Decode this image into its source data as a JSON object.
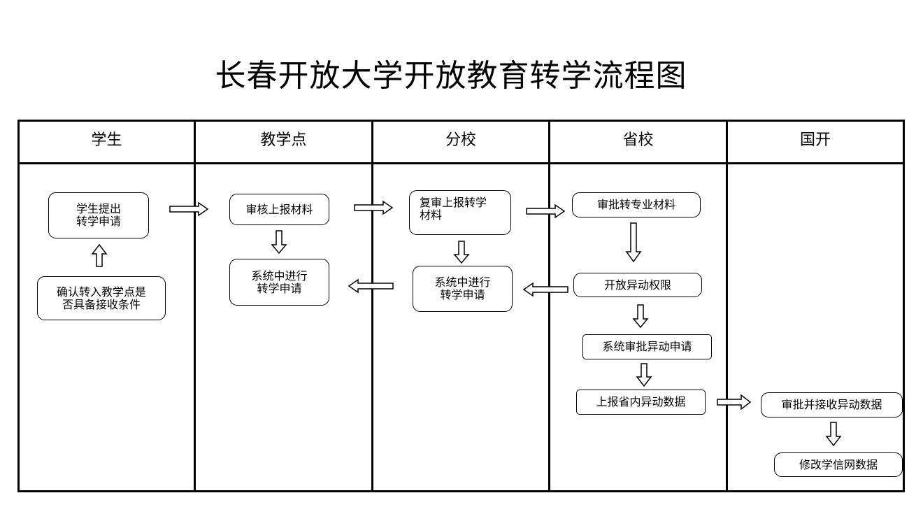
{
  "title": "长春开放大学开放教育转学流程图",
  "lanes": [
    "学生",
    "教学点",
    "分校",
    "省校",
    "国开"
  ],
  "nodes": {
    "student_apply": "学生提出\n转学申请",
    "student_confirm": "确认转入教学点是\n否具备接收条件",
    "point_review": "审核上报材料",
    "point_system": "系统中进行\n转学申请",
    "branch_review": "复审上报转学\n材料",
    "branch_system": "系统中进行\n转学申请",
    "prov_approve": "审批转专业材料",
    "prov_open": "开放异动权限",
    "prov_system": "系统审批异动申请",
    "prov_report": "上报省内异动数据",
    "nat_approve": "审批并接收异动数据",
    "nat_modify": "修改学信网数据"
  }
}
